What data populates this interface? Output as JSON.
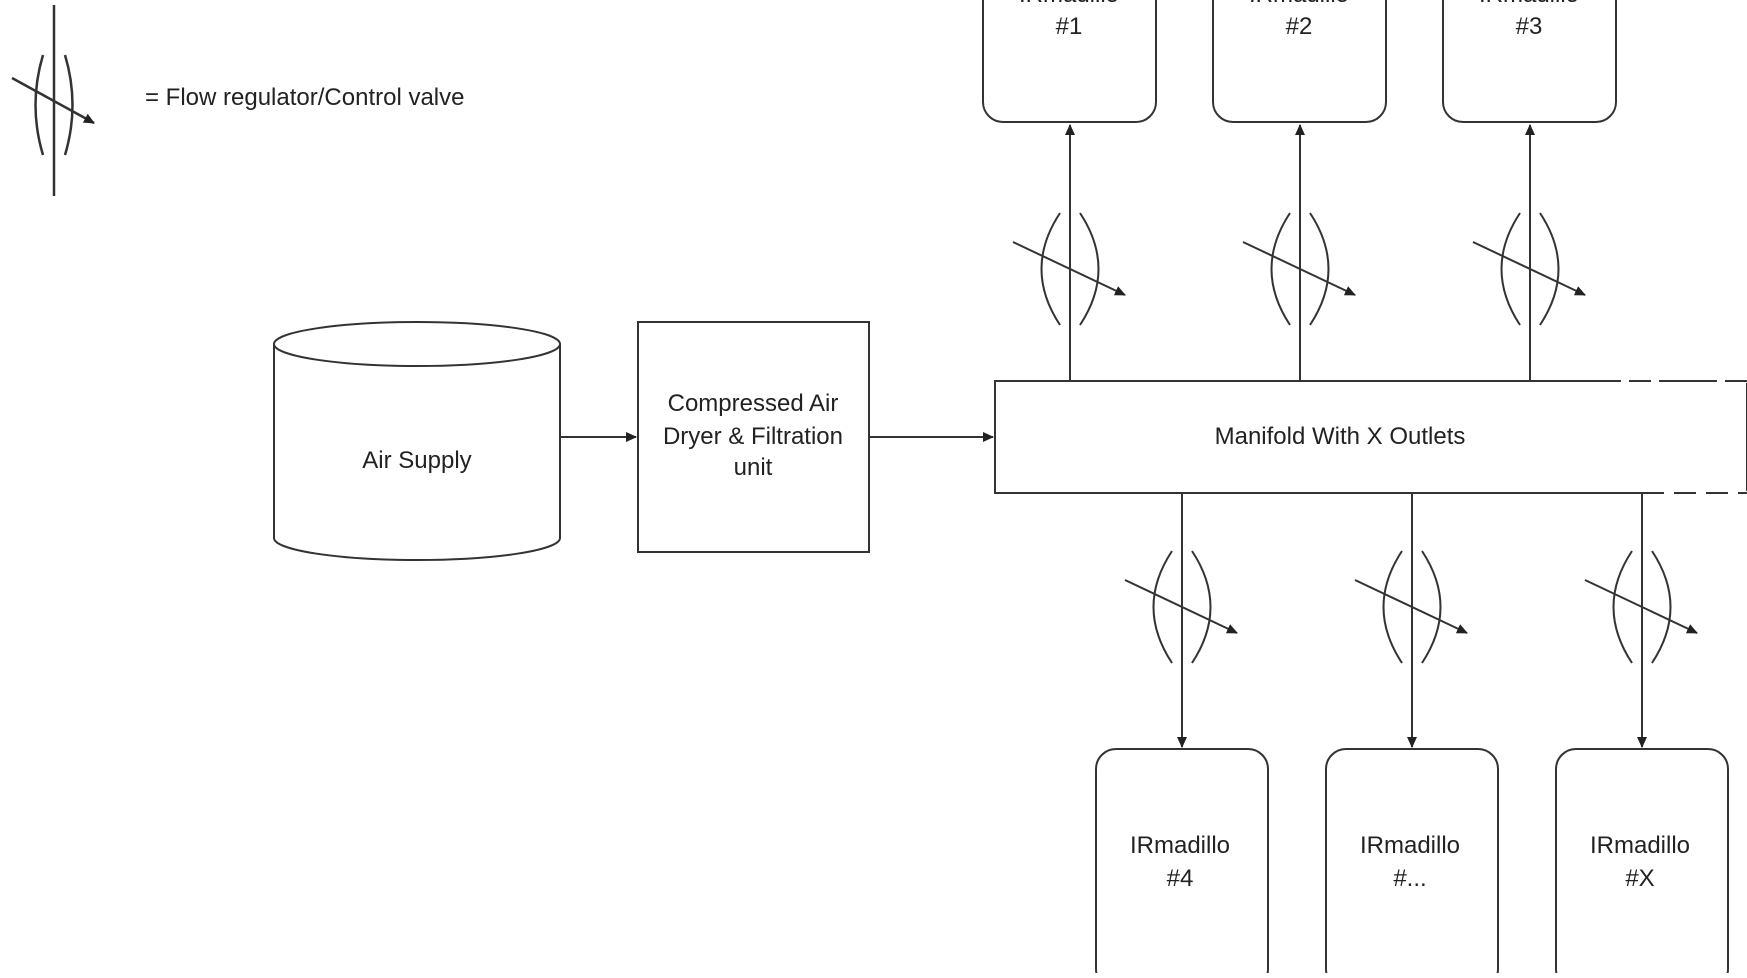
{
  "legend": {
    "text": "=  Flow regulator/Control valve",
    "symbol_icon": "flow-control-valve-icon"
  },
  "air_supply": {
    "label": "Air Supply"
  },
  "dryer": {
    "lines": [
      "Compressed Air",
      "Dryer & Filtration",
      "unit"
    ]
  },
  "manifold": {
    "label": "Manifold With X Outlets"
  },
  "units_top": [
    {
      "lines": [
        "IRmadillo",
        "#1"
      ]
    },
    {
      "lines": [
        "IRmadillo",
        "#2"
      ]
    },
    {
      "lines": [
        "IRmadillo",
        "#3"
      ]
    }
  ],
  "units_bottom": [
    {
      "lines": [
        "IRmadillo",
        "#4"
      ]
    },
    {
      "lines": [
        "IRmadillo",
        "#..."
      ]
    },
    {
      "lines": [
        "IRmadillo",
        "#X"
      ]
    }
  ],
  "colors": {
    "stroke": "#333333",
    "text": "#222222",
    "background": "#ffffff"
  }
}
